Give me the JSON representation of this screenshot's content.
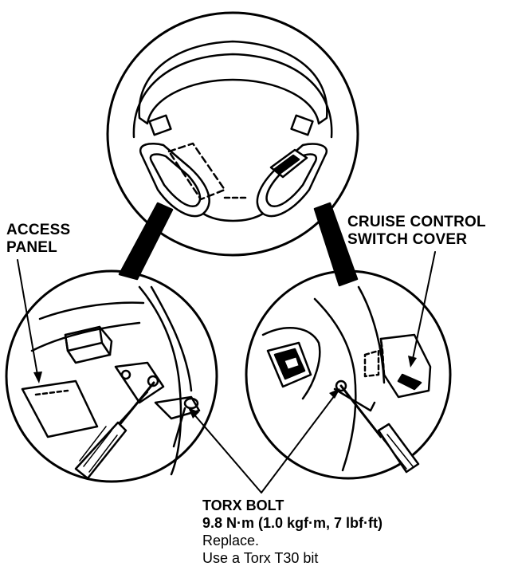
{
  "labels": {
    "access_panel": [
      "ACCESS",
      "PANEL"
    ],
    "cruise_cover": [
      "CRUISE CONTROL",
      "SWITCH COVER"
    ]
  },
  "spec": {
    "title": "TORX BOLT",
    "torque": "9.8 N·m (1.0 kgf·m, 7 lbf·ft)",
    "note1": "Replace.",
    "note2": "Use a Torx T30 bit"
  }
}
